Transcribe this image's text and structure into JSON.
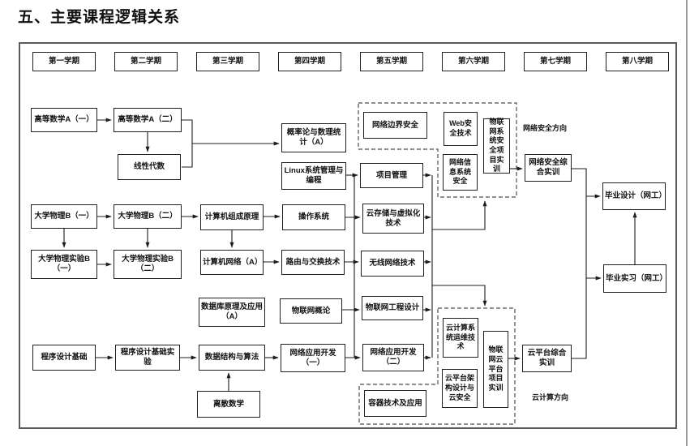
{
  "title": "五、主要课程逻辑关系",
  "semesters": [
    "第一学期",
    "第二学期",
    "第三学期",
    "第四学期",
    "第五学期",
    "第六学期",
    "第七学期",
    "第八学期"
  ],
  "courses": [
    {
      "label": "高等数学A（一）"
    },
    {
      "label": "高等数学A（二）"
    },
    {
      "label": "线性代数"
    },
    {
      "label": "大学物理B（一）"
    },
    {
      "label": "大学物理B（二）"
    },
    {
      "label": "大学物理实验B（一）"
    },
    {
      "label": "大学物理实验B（二）"
    },
    {
      "label": "程序设计基础"
    },
    {
      "label": "程序设计基础实验"
    },
    {
      "label": "计算机组成原理"
    },
    {
      "label": "计算机网络（A）"
    },
    {
      "label": "数据库原理及应用（A）"
    },
    {
      "label": "数据结构与算法"
    },
    {
      "label": "离散数学"
    },
    {
      "label": "概率论与数理统计（A）"
    },
    {
      "label": "Linux系统管理与编程"
    },
    {
      "label": "操作系统"
    },
    {
      "label": "路由与交换技术"
    },
    {
      "label": "物联网概论"
    },
    {
      "label": "网络应用开发（一）"
    },
    {
      "label": "网络边界安全"
    },
    {
      "label": "项目管理"
    },
    {
      "label": "云存储与虚拟化技术"
    },
    {
      "label": "无线网络技术"
    },
    {
      "label": "物联网工程设计"
    },
    {
      "label": "网络应用开发（二）"
    },
    {
      "label": "容器技术及应用"
    },
    {
      "label": "Web安全技术"
    },
    {
      "label": "网络信息系统安全"
    },
    {
      "label": "云计算系统运维技术"
    },
    {
      "label": "云平台架构设计与云安全"
    },
    {
      "label": "物联网系统安全项目实训"
    },
    {
      "label": "网络安全综合实训"
    },
    {
      "label": "物联网云平台项目实训"
    },
    {
      "label": "云平台综合实训"
    },
    {
      "label": "毕业设计（网工）"
    },
    {
      "label": "毕业实习（网工）"
    }
  ],
  "directions": [
    "网络安全方向",
    "云计算方向"
  ],
  "colors": {
    "box_border": "#1f1f1f",
    "frame_border": "#5a5a5a",
    "dashed_border": "#4d4d4d",
    "line": "#1c1c1c"
  }
}
